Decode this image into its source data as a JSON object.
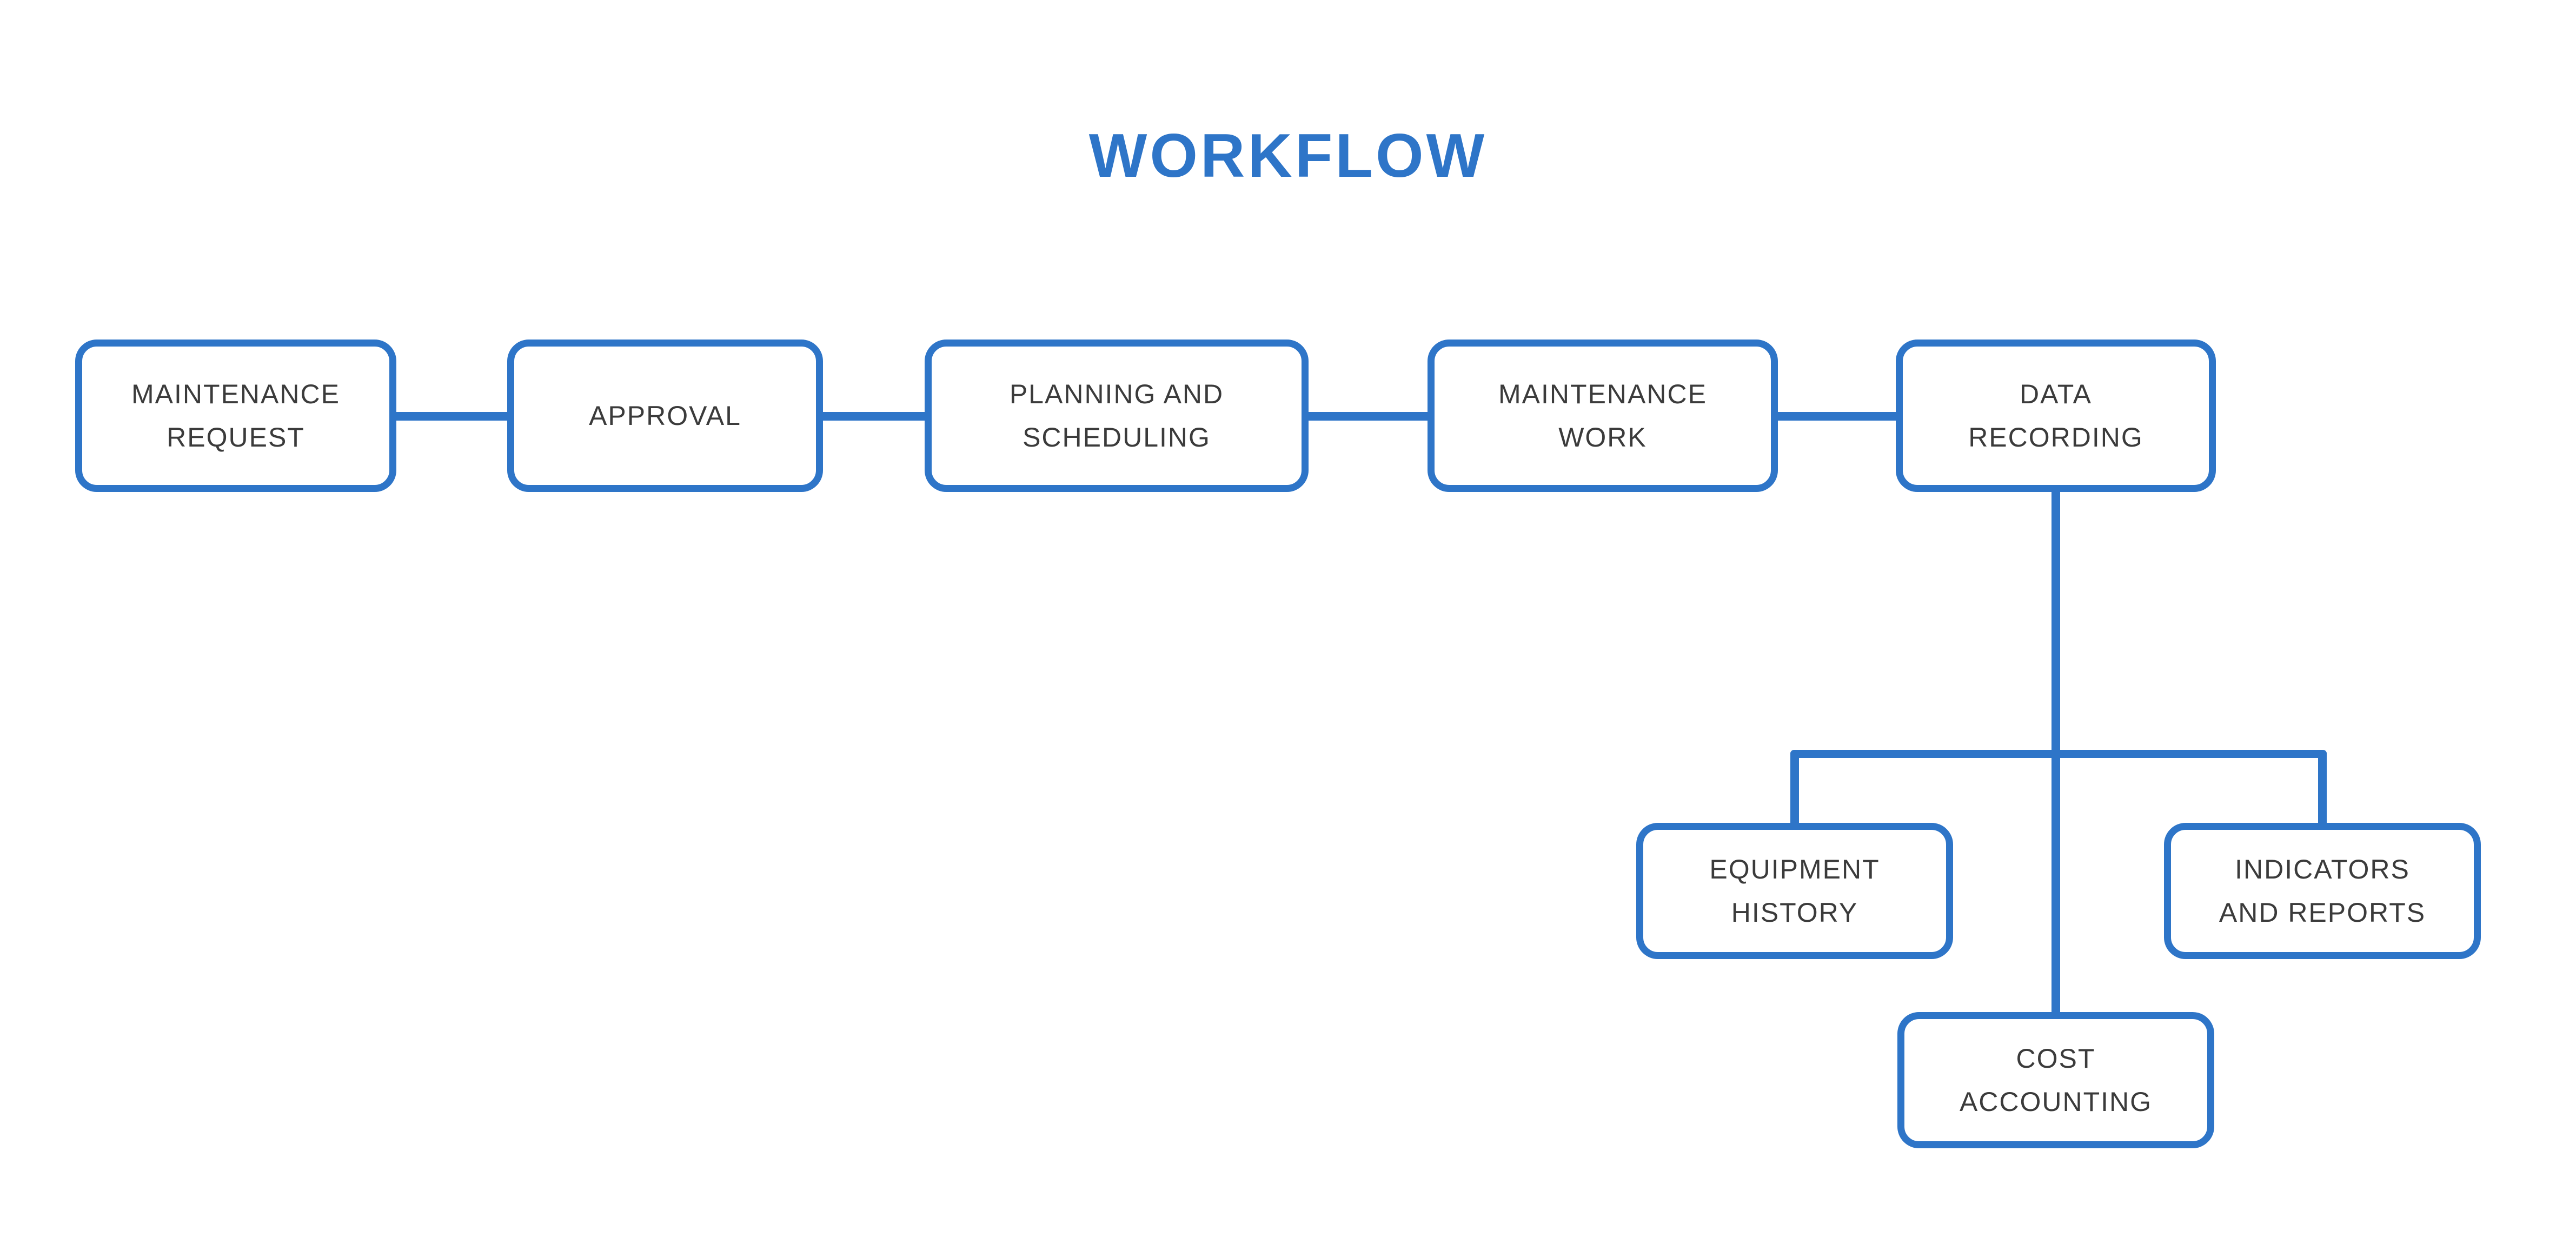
{
  "colors": {
    "accent": "#2e75c8",
    "label": "#3b3b3b",
    "background": "#ffffff"
  },
  "title": {
    "text": "WORKFLOW"
  },
  "nodes": {
    "maintenance_request": {
      "label": "MAINTENANCE\nREQUEST"
    },
    "approval": {
      "label": "APPROVAL"
    },
    "planning_scheduling": {
      "label": "PLANNING AND\nSCHEDULING"
    },
    "maintenance_work": {
      "label": "MAINTENANCE\nWORK"
    },
    "data_recording": {
      "label": "DATA\nRECORDING"
    },
    "equipment_history": {
      "label": "EQUIPMENT\nHISTORY"
    },
    "cost_accounting": {
      "label": "COST\nACCOUNTING"
    },
    "indicators_reports": {
      "label": "INDICATORS\nAND REPORTS"
    }
  }
}
